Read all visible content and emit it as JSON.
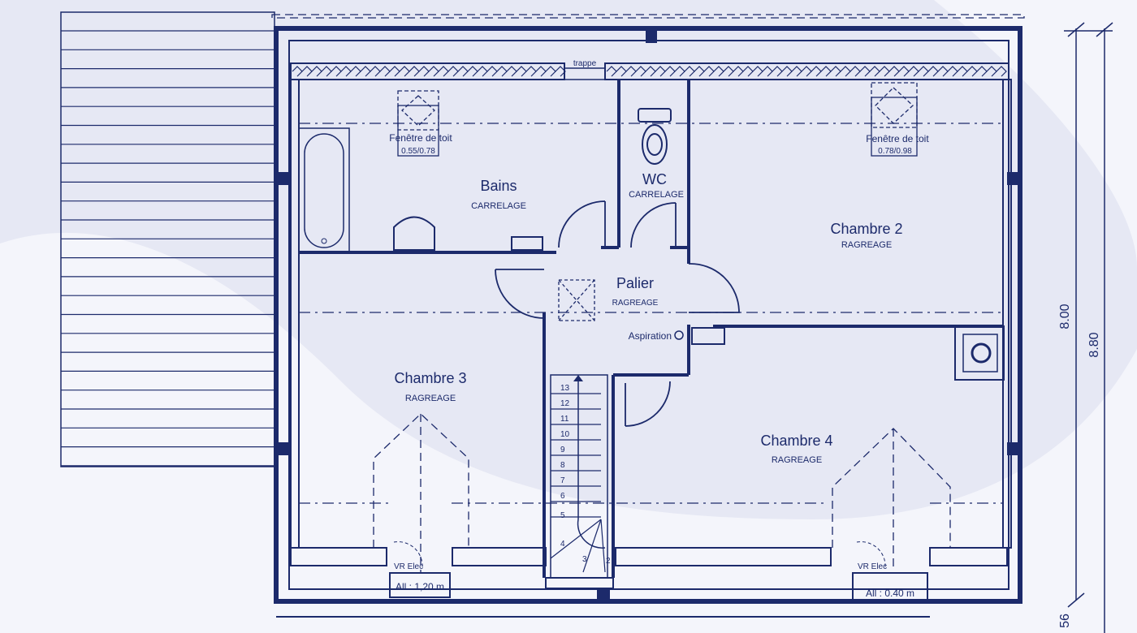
{
  "plan": {
    "rooms": {
      "bains": {
        "name": "Bains",
        "floor": "CARRELAGE"
      },
      "wc": {
        "name": "WC",
        "floor": "CARRELAGE"
      },
      "chambre2": {
        "name": "Chambre 2",
        "floor": "RAGREAGE"
      },
      "palier": {
        "name": "Palier",
        "floor": "RAGREAGE"
      },
      "chambre3": {
        "name": "Chambre 3",
        "floor": "RAGREAGE"
      },
      "chambre4": {
        "name": "Chambre 4",
        "floor": "RAGREAGE"
      }
    },
    "skylights": [
      {
        "label": "Fenêtre de toit",
        "size": "0.55/0.78"
      },
      {
        "label": "Fenêtre de toit",
        "size": "0.78/0.98"
      }
    ],
    "trappe": "trappe",
    "aspiration": "Aspiration",
    "stairs": [
      "13",
      "12",
      "11",
      "10",
      "9",
      "8",
      "7",
      "6",
      "5",
      "4",
      "3",
      "2"
    ],
    "windows": [
      {
        "vr": "VR Elec",
        "allege": "All : 1,20 m"
      },
      {
        "vr": "VR Elec",
        "allege": "All : 0.40 m"
      }
    ],
    "dimensions": {
      "inner": "8.00",
      "outer": "8.80",
      "bottom": "56"
    }
  },
  "colors": {
    "line": "#1c2a6b",
    "background": "#eceef7"
  }
}
